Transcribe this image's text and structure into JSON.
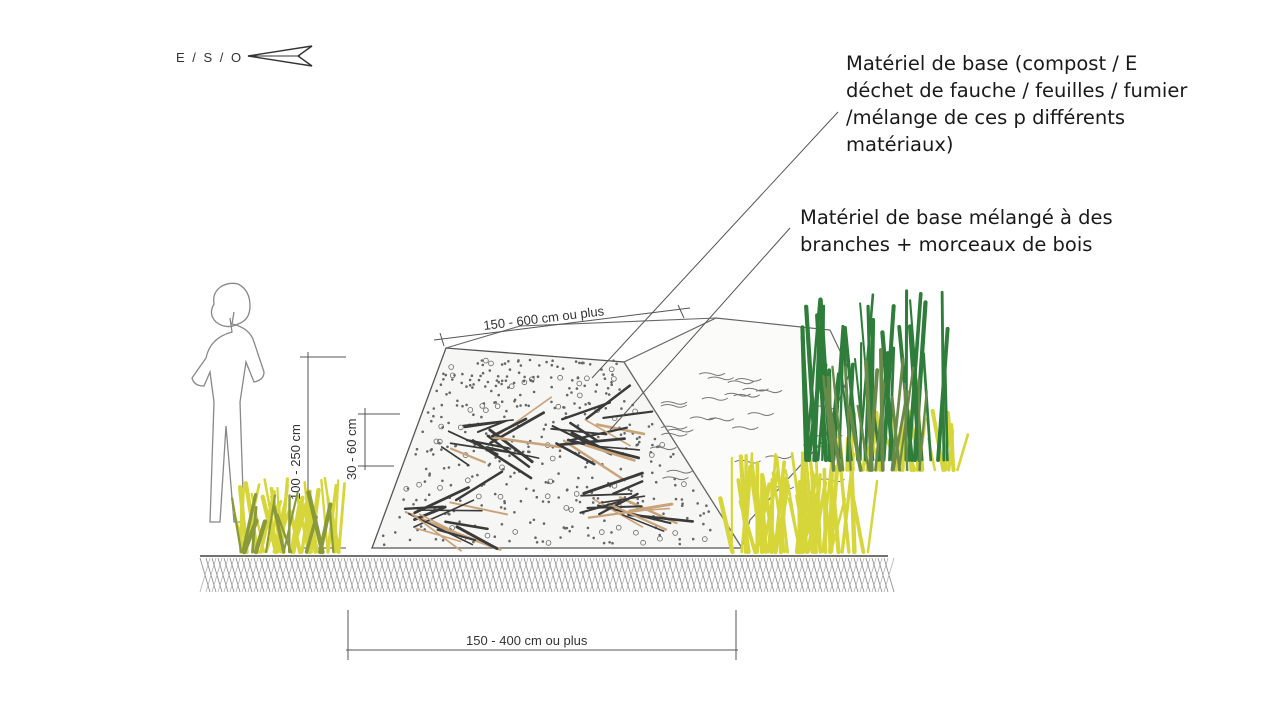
{
  "compass": {
    "text": "E / S / O"
  },
  "dimensions": {
    "top_width": "150 - 600 cm ou plus",
    "base_width": "150 - 400 cm ou plus",
    "pile_height": "100 - 250 cm",
    "branch_layer": "30 - 60 cm"
  },
  "annotations": [
    "Matériel de base (compost / E\ndéchet de fauche / feuilles / fumier\n/mélange de ces p différents\nmatériaux)",
    "Matériel de base mélangé à des\nbranches + morceaux de bois"
  ],
  "colors": {
    "outline": "#555555",
    "foliage_green": "#2e7d3a",
    "foliage_yellow": "#d6d63a",
    "branch": "#3a3a3a",
    "wood": "#c9a37a"
  }
}
